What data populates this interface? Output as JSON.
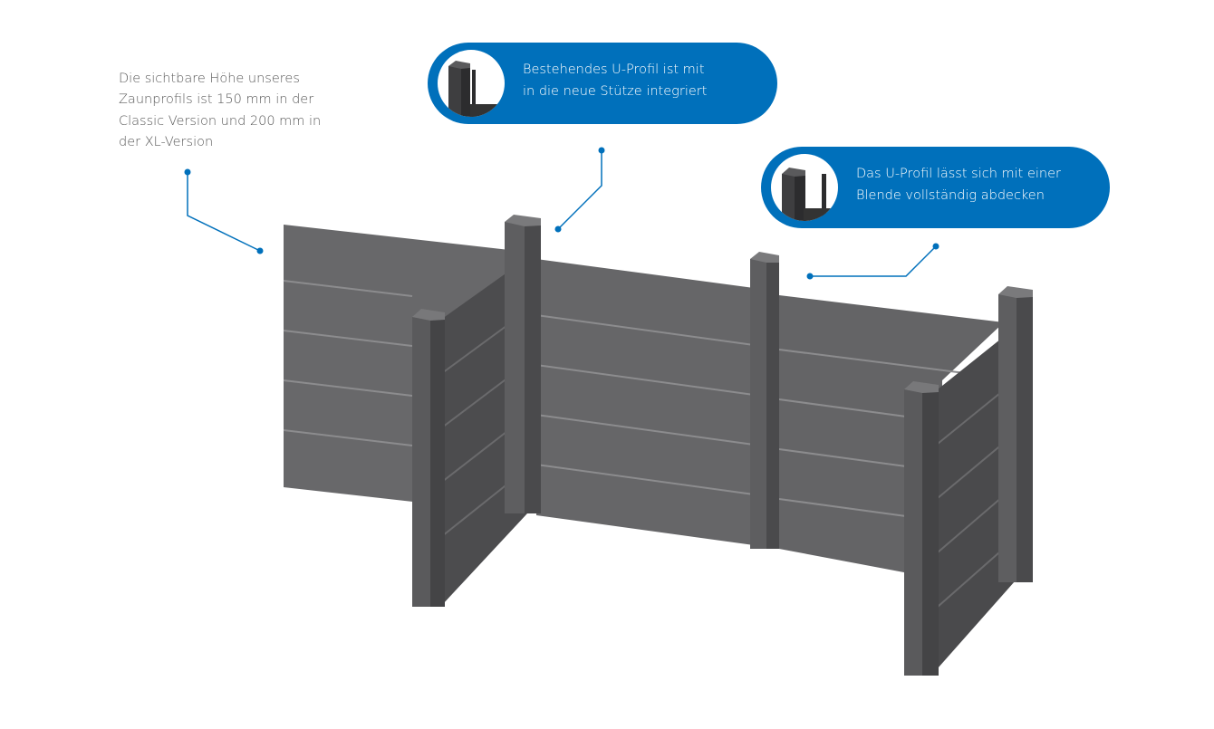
{
  "annotations": {
    "height_note": {
      "lines": [
        "Die sichtbare Höhe unseres",
        "Zaunprofils ist 150 mm in der",
        "Classic Version und 200 mm in",
        "der XL-Version"
      ]
    },
    "callout_integrated": {
      "lines": [
        "Bestehendes U-Profil ist mit",
        "in die neue Stütze integriert"
      ]
    },
    "callout_cover": {
      "lines": [
        "Das U-Profil lässt sich mit einer",
        "Blende vollständig abdecken"
      ]
    }
  },
  "colors": {
    "accent": "#0070bb",
    "fence": "#606062",
    "fence_dark": "#4a4a4c",
    "text": "#5a5a5a"
  }
}
